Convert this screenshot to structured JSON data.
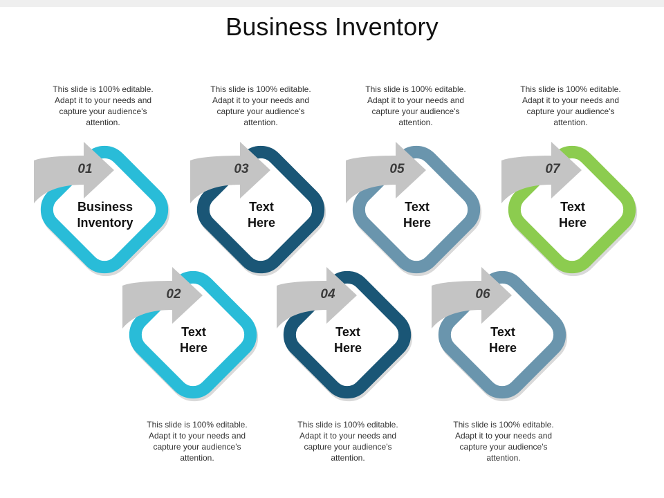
{
  "title": "Business Inventory",
  "colors": {
    "light_blue": "#29bcd8",
    "dark_blue": "#1a5676",
    "gray_blue": "#6a95ad",
    "green": "#8ccc4f",
    "arrow_gray": "#c4c4c4"
  },
  "items": [
    {
      "num": "01",
      "label": "Business\nInventory",
      "color": "#29bcd8",
      "desc": "This slide is 100% editable. Adapt it to your needs and capture your audience's attention."
    },
    {
      "num": "02",
      "label": "Text\nHere",
      "color": "#29bcd8",
      "desc": "This slide is 100% editable. Adapt it to your needs and capture your audience's attention."
    },
    {
      "num": "03",
      "label": "Text\nHere",
      "color": "#1a5676",
      "desc": "This slide is 100% editable. Adapt it to your needs and capture your audience's attention."
    },
    {
      "num": "04",
      "label": "Text\nHere",
      "color": "#1a5676",
      "desc": "This slide is 100% editable. Adapt it to your needs and capture your audience's attention."
    },
    {
      "num": "05",
      "label": "Text\nHere",
      "color": "#6a95ad",
      "desc": "This slide is 100% editable. Adapt it to your needs and capture your audience's attention."
    },
    {
      "num": "06",
      "label": "Text\nHere",
      "color": "#6a95ad",
      "desc": "This slide is 100% editable. Adapt it to your needs and capture your audience's attention."
    },
    {
      "num": "07",
      "label": "Text\nHere",
      "color": "#8ccc4f",
      "desc": "This slide is 100% editable. Adapt it to your needs and capture your audience's attention."
    }
  ]
}
